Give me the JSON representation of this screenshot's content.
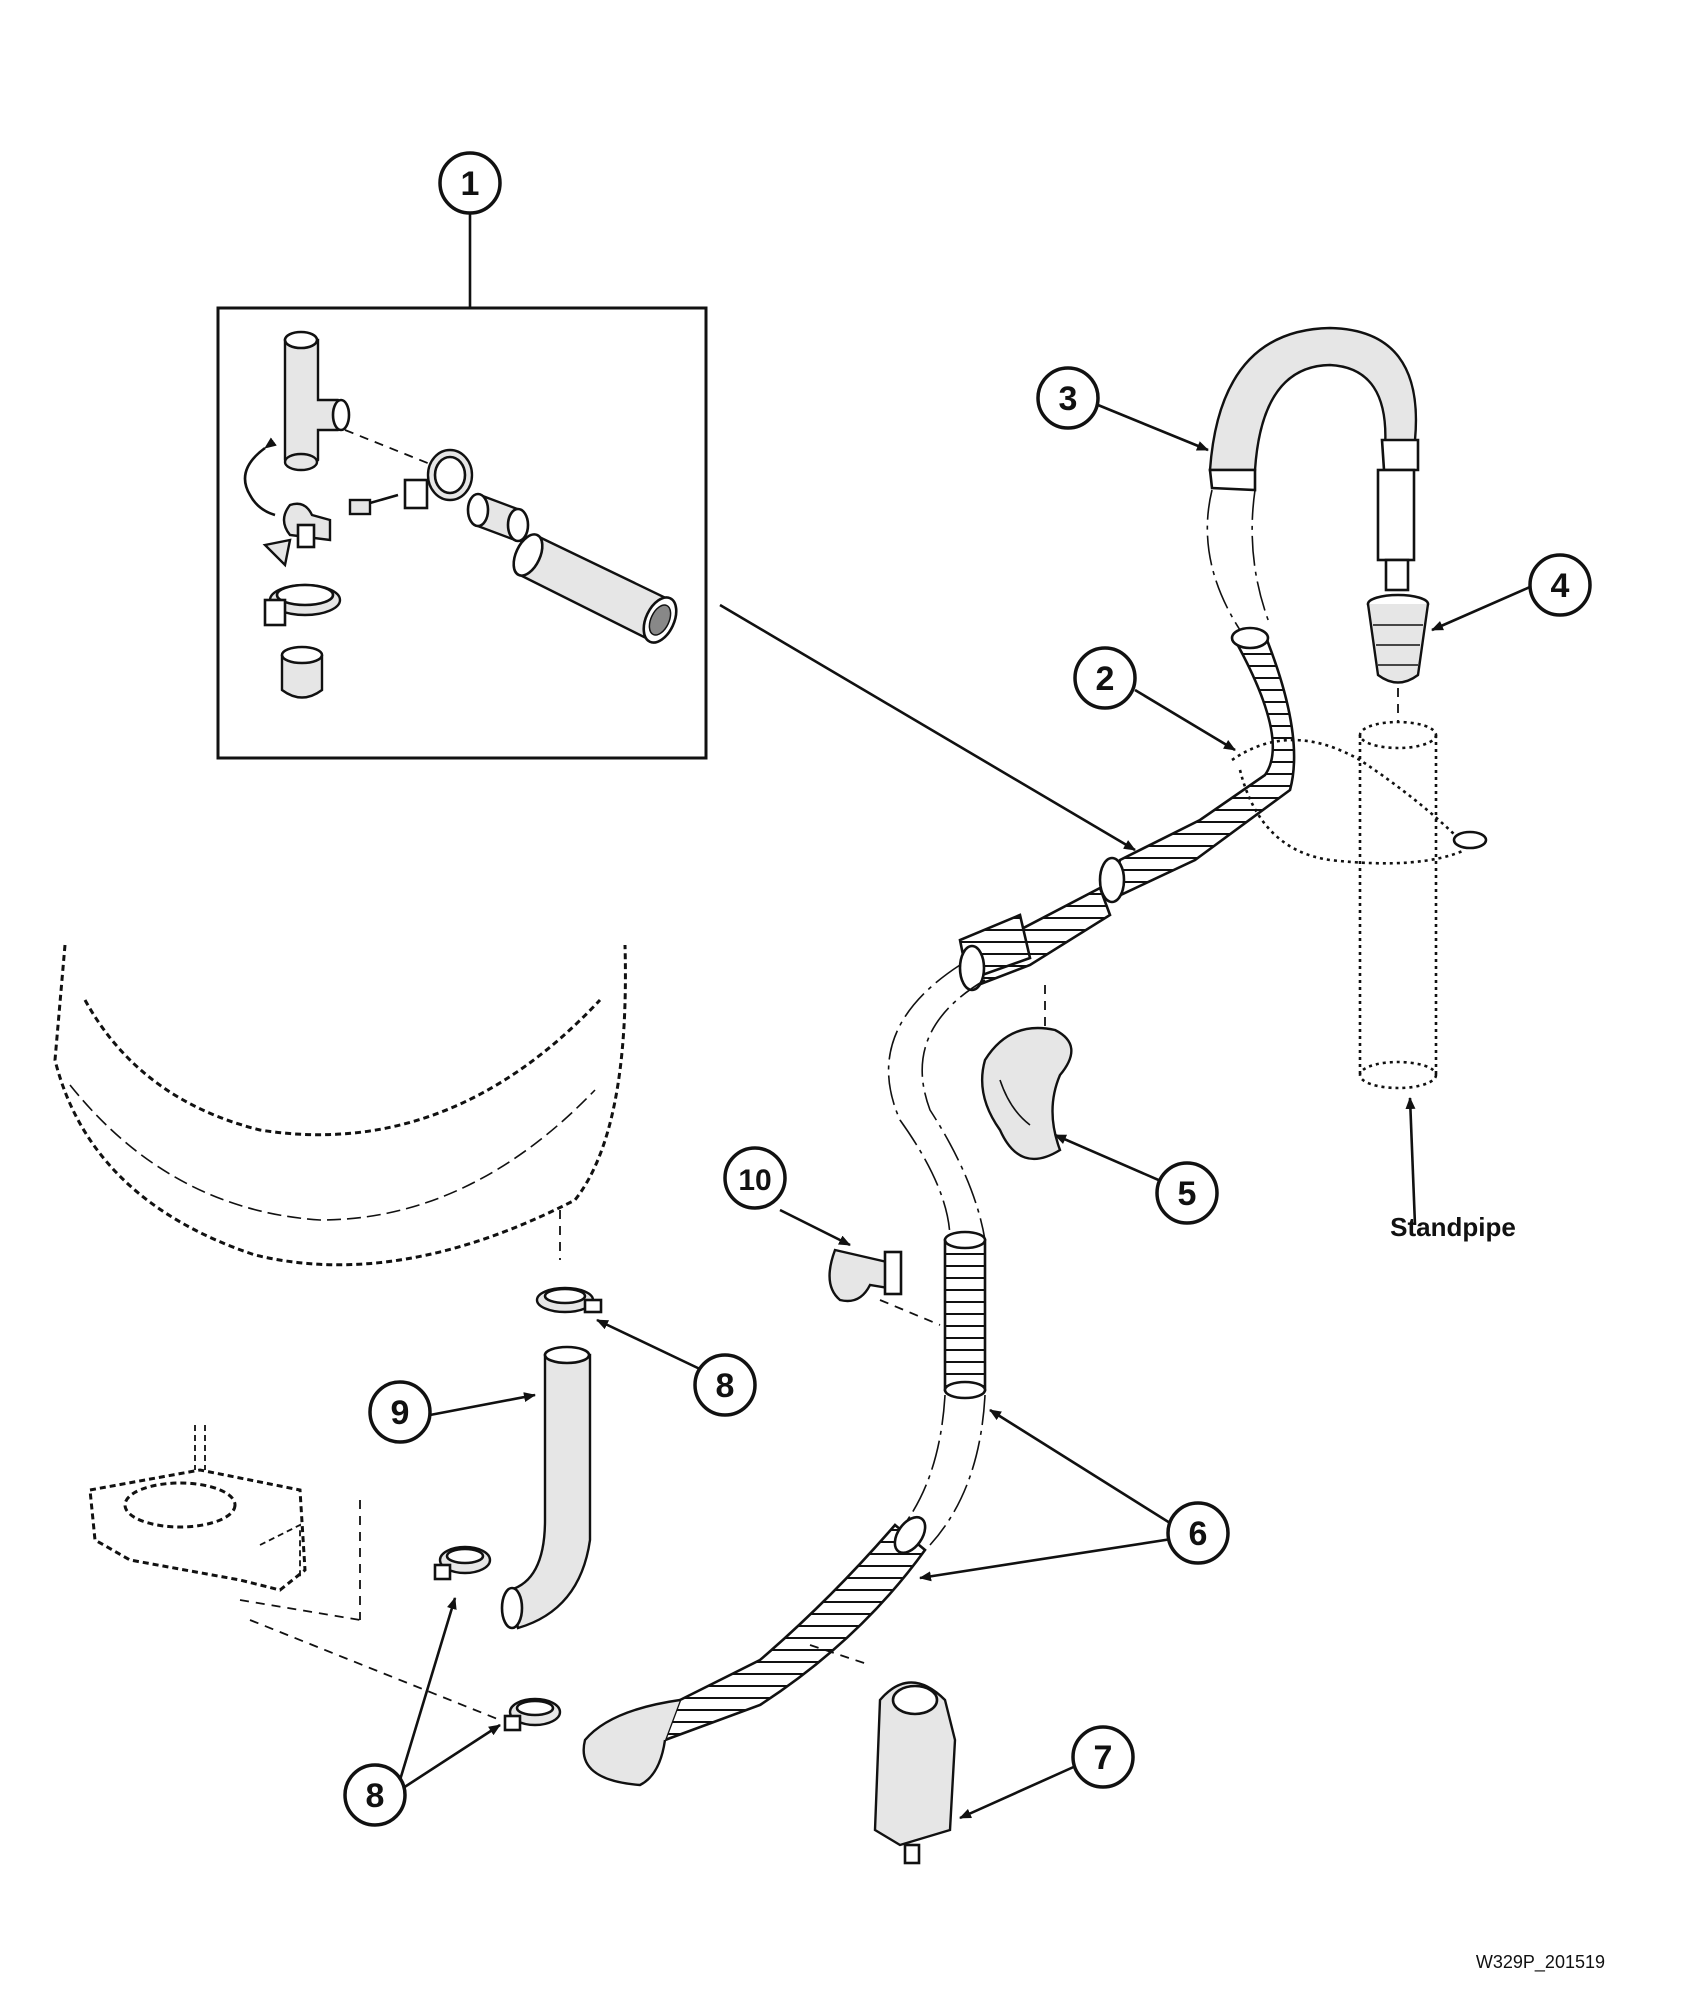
{
  "callouts": [
    {
      "id": "1",
      "label": "1"
    },
    {
      "id": "2",
      "label": "2"
    },
    {
      "id": "3",
      "label": "3"
    },
    {
      "id": "4",
      "label": "4"
    },
    {
      "id": "5",
      "label": "5"
    },
    {
      "id": "6",
      "label": "6"
    },
    {
      "id": "7",
      "label": "7"
    },
    {
      "id": "8a",
      "label": "8"
    },
    {
      "id": "8b",
      "label": "8"
    },
    {
      "id": "9",
      "label": "9"
    },
    {
      "id": "10",
      "label": "10"
    }
  ],
  "labels": {
    "standpipe": "Standpipe",
    "drawing_code": "W329P_201519"
  }
}
